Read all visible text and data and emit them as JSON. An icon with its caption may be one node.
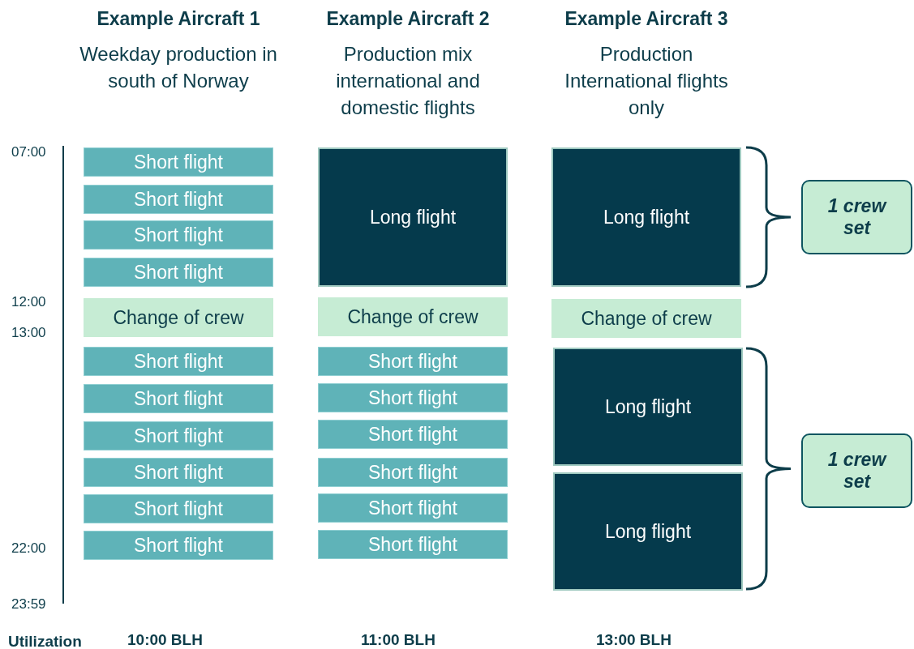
{
  "diagram": {
    "nodes": [
      {
        "text": [
          "Short flight"
        ]
      },
      {
        "text": [
          "Short flight"
        ]
      },
      {
        "text": [
          "Short flight"
        ]
      },
      {
        "text": [
          "Short flight"
        ]
      },
      {
        "text": [
          "Change of crew"
        ]
      },
      {
        "text": [
          "Short flight"
        ]
      },
      {
        "text": [
          "Short flight"
        ]
      },
      {
        "text": [
          "Short flight"
        ]
      },
      {
        "text": [
          "Short flight"
        ]
      },
      {
        "text": [
          "Short flight"
        ]
      },
      {
        "text": [
          "Short flight"
        ]
      },
      {
        "text": [
          "Long flight"
        ]
      },
      {
        "text": [
          "Change of crew"
        ]
      },
      {
        "text": [
          "Short flight"
        ]
      },
      {
        "text": [
          "Short flight"
        ]
      },
      {
        "text": [
          "Short flight"
        ]
      },
      {
        "text": [
          "Short flight"
        ]
      },
      {
        "text": [
          "Short flight"
        ]
      },
      {
        "text": [
          "Short flight"
        ]
      },
      {
        "text": [
          "Long flight"
        ]
      },
      {
        "text": [
          "Change of crew"
        ]
      },
      {
        "text": [
          "Long flight"
        ]
      },
      {
        "text": [
          "Long flight"
        ]
      },
      {
        "text": [
          "1 crew set"
        ]
      },
      {
        "text": [
          "1 crew set"
        ]
      }
    ],
    "labels": [
      "Example Aircraft 1",
      "Weekday production in south of Norway",
      "Example Aircraft 2",
      "Production mix international and domestic flights",
      "Example Aircraft 3",
      "Production International flights only",
      "07:00",
      "12:00",
      "13:00",
      "22:00",
      "23:59",
      "Utilization",
      "10:00 BLH",
      "11:00 BLH",
      "13:00 BLH"
    ]
  }
}
